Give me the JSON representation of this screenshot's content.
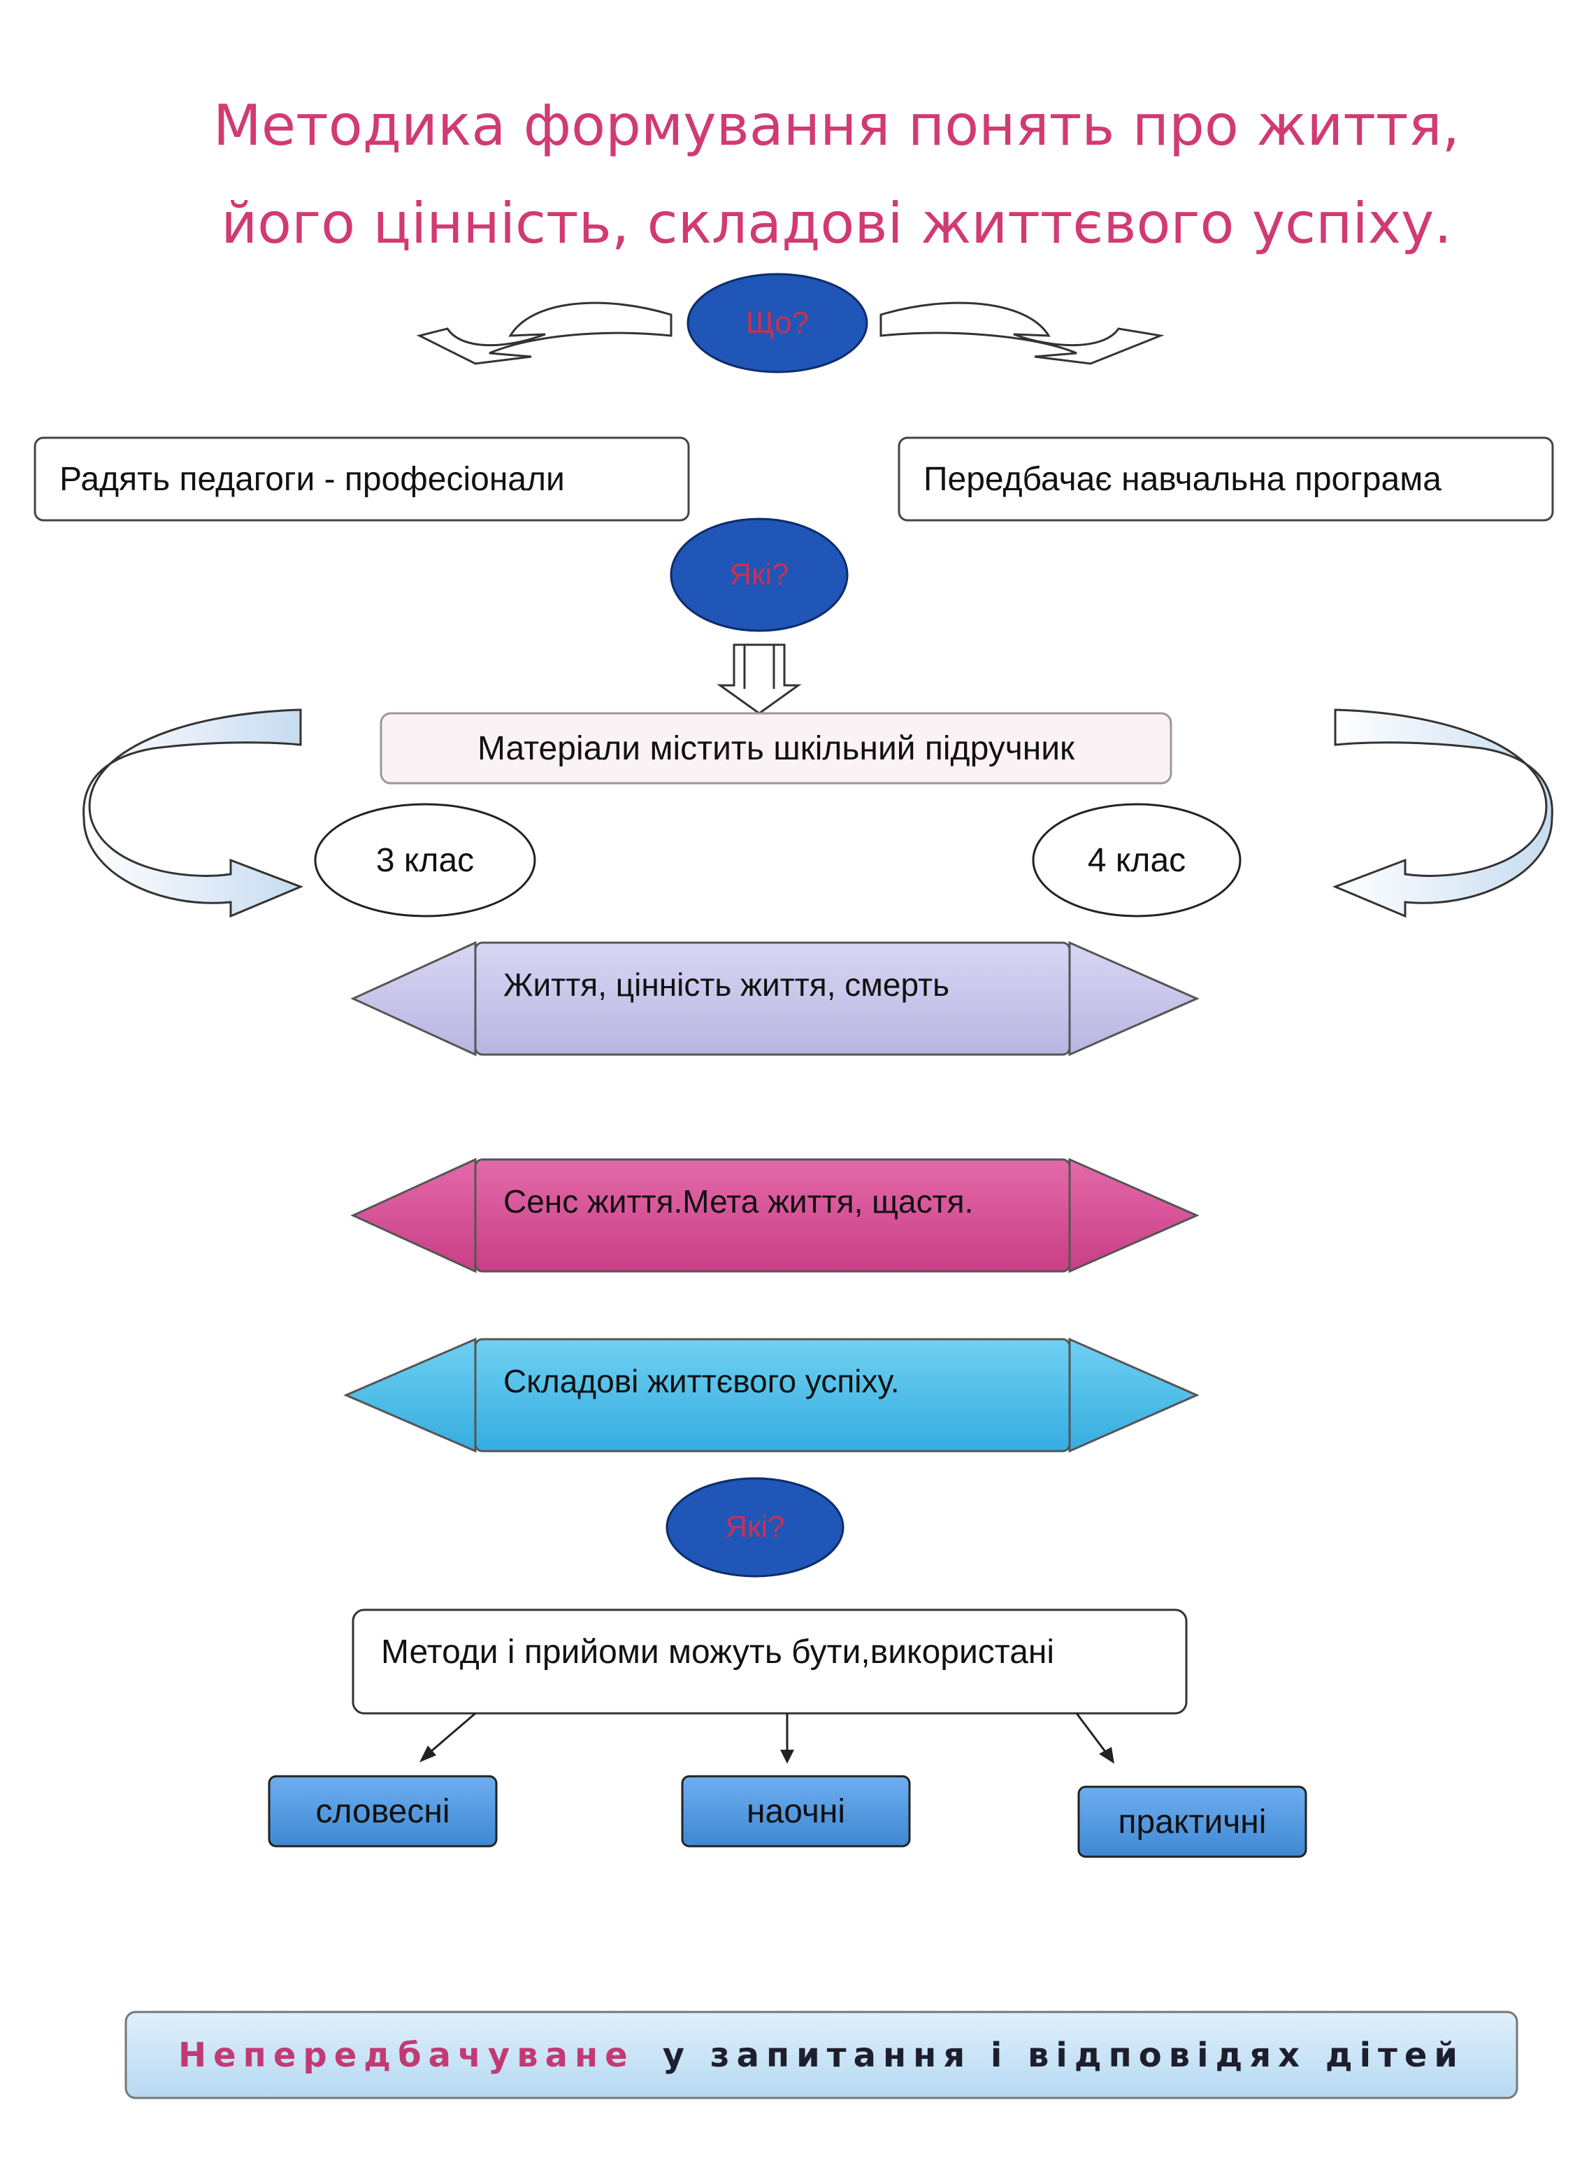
{
  "title": {
    "line1": "Методика формування понять про життя,",
    "line2": "його цінність, складові життєвого успіху."
  },
  "ovals": {
    "what": "Що?",
    "which1": "Які?",
    "which2": "Які?"
  },
  "sources": {
    "left": "Радять педагоги - професіонали",
    "right": "Передбачає навчальна програма"
  },
  "textbook": "Матеріали містить шкільний підручник",
  "grades": {
    "left": "3 клас",
    "right": "4 клас"
  },
  "topics": [
    {
      "label": "Життя, цінність життя, смерть",
      "color": "#c9c6ec"
    },
    {
      "label": "Сенс життя.Мета життя, щастя.",
      "color": "#d9559a"
    },
    {
      "label": "Складові життєвого успіху.",
      "color": "#4fc3ec"
    }
  ],
  "methods": {
    "heading": "Методи і прийоми можуть бути,використані",
    "items": [
      "словесні",
      "наочні",
      "практичні"
    ]
  },
  "footer": {
    "part1": "Непередбачуване",
    "part2": "у запитання і відповідях дітей"
  },
  "colors": {
    "title": "#d13a72",
    "oval_fill": "#1f56b7",
    "oval_text": "#c9314f",
    "method_fill": "#5a9ee2",
    "footer_fill": "#cde6f8"
  }
}
